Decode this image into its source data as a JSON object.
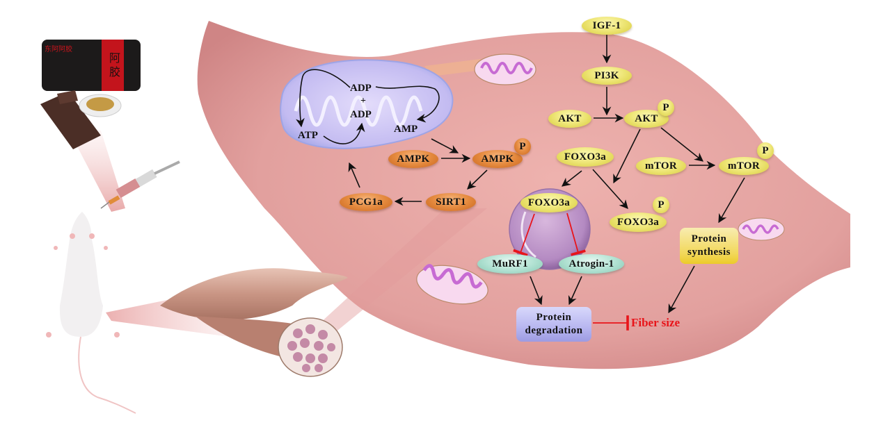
{
  "figure": {
    "title": "Muscle signaling pathway schematic",
    "colors": {
      "cell_fill": "#e7a3a1",
      "mito_fill": "#c9c2f3",
      "yellow_node": "#efe77a",
      "orange_node": "#e58a3e",
      "teal_node": "#b4e3d4",
      "inhibit_line": "#e8141a",
      "fiber_text": "#e8141a",
      "synthesis_box": "#f2d85c",
      "degradation_box": "#b7b6f0"
    }
  },
  "left_panel": {
    "package": {
      "brand_text": "东阿阿胶",
      "main_text_line1": "阿",
      "main_text_line2": "胶"
    },
    "icons": [
      "package-icon",
      "gelatin-block-icon",
      "powder-dish-icon",
      "syringe-icon",
      "rat-icon",
      "muscle-icon",
      "muscle-cross-section-icon"
    ]
  },
  "mitochondrion": {
    "labels": {
      "adp_top": "ADP",
      "plus": "+",
      "adp_bottom": "ADP",
      "atp": "ATP",
      "amp": "AMP"
    }
  },
  "nodes": {
    "igf1": "IGF-1",
    "pi3k": "PI3K",
    "akt": "AKT",
    "akt_p": "AKT",
    "ampk": "AMPK",
    "ampk_p": "AMPK",
    "sirt1": "SIRT1",
    "pcg1a": "PCG1a",
    "foxo3a_cyto": "FOXO3a",
    "foxo3a_nuc": "FOXO3a",
    "foxo3a_p": "FOXO3a",
    "mtor": "mTOR",
    "mtor_p": "mTOR",
    "murf1": "MuRF1",
    "atrogin1": "Atrogin-1",
    "phospho": "P"
  },
  "boxes": {
    "synthesis": [
      "Protein",
      "synthesis"
    ],
    "degradation": [
      "Protein",
      "degradation"
    ]
  },
  "outcome": {
    "fiber_size": "Fiber size"
  },
  "edges": [
    {
      "from": "IGF-1",
      "to": "PI3K",
      "type": "activate"
    },
    {
      "from": "PI3K",
      "to": "AKT-P",
      "type": "activate"
    },
    {
      "from": "AKT",
      "to": "AKT-P",
      "type": "activate"
    },
    {
      "from": "AKT-P",
      "to": "FOXO3a-P",
      "type": "activate"
    },
    {
      "from": "AKT-P",
      "to": "mTOR-P",
      "type": "activate"
    },
    {
      "from": "mTOR",
      "to": "mTOR-P",
      "type": "activate"
    },
    {
      "from": "mTOR-P",
      "to": "Protein synthesis",
      "type": "activate"
    },
    {
      "from": "Protein synthesis",
      "to": "Fiber size",
      "type": "activate"
    },
    {
      "from": "FOXO3a",
      "to": "FOXO3a (nucleus)",
      "type": "activate"
    },
    {
      "from": "FOXO3a",
      "to": "FOXO3a-P",
      "type": "activate"
    },
    {
      "from": "FOXO3a (nucleus)",
      "to": "MuRF1",
      "type": "inhibit"
    },
    {
      "from": "FOXO3a (nucleus)",
      "to": "Atrogin-1",
      "type": "inhibit"
    },
    {
      "from": "MuRF1",
      "to": "Protein degradation",
      "type": "activate"
    },
    {
      "from": "Atrogin-1",
      "to": "Protein degradation",
      "type": "activate"
    },
    {
      "from": "Protein degradation",
      "to": "Fiber size",
      "type": "inhibit"
    },
    {
      "from": "AMP",
      "to": "AMPK-P",
      "type": "activate"
    },
    {
      "from": "AMPK",
      "to": "AMPK-P",
      "type": "activate"
    },
    {
      "from": "AMPK-P",
      "to": "SIRT1",
      "type": "activate"
    },
    {
      "from": "SIRT1",
      "to": "PCG1a",
      "type": "activate"
    },
    {
      "from": "PCG1a",
      "to": "Mitochondrion",
      "type": "activate"
    }
  ]
}
